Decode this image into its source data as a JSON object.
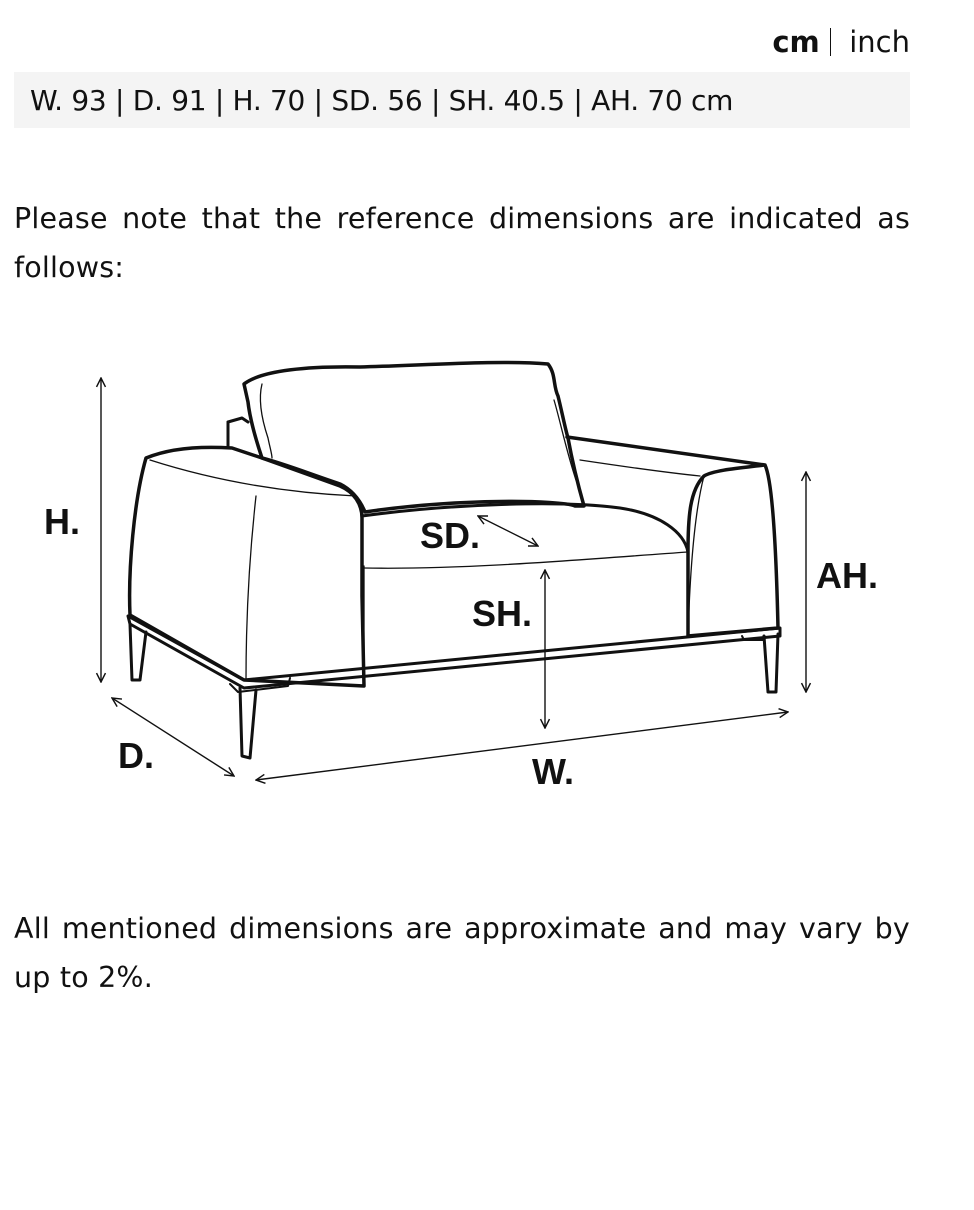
{
  "units": {
    "cm_label": "cm",
    "inch_label": "inch",
    "active": "cm"
  },
  "dimensions_bar": {
    "text": "W. 93 | D. 91 | H. 70 | SD. 56 | SH. 40.5 | AH. 70 cm"
  },
  "note": {
    "text": "Please note that the reference dimensions are indicated as follows:"
  },
  "diagram": {
    "labels": {
      "height": "H.",
      "seat_depth": "SD.",
      "seat_height": "SH.",
      "arm_height": "AH.",
      "depth": "D.",
      "width": "W."
    }
  },
  "disclaimer": {
    "text": "All mentioned dimensions are approximate and may vary by up to 2%."
  }
}
